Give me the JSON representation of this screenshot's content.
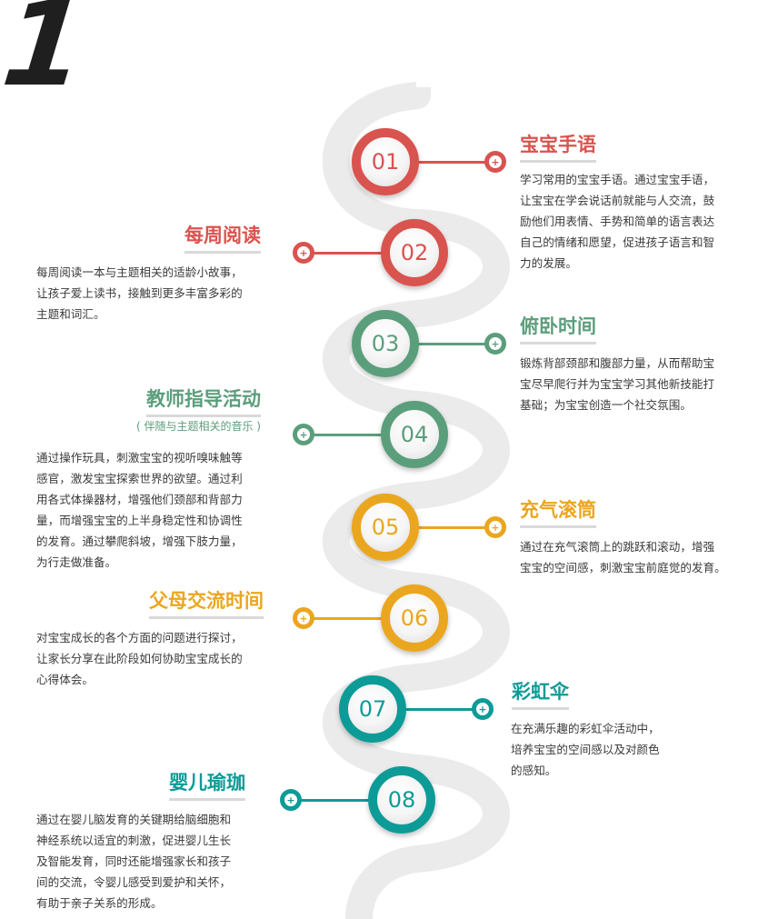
{
  "big_number": "1",
  "colors": {
    "red": "#d9534f",
    "green": "#5b9e7c",
    "orange": "#eba61f",
    "teal": "#0d9b97",
    "road": "#ebebeb",
    "text": "#3a3a3a"
  },
  "steps": [
    {
      "number": "01",
      "title": "宝宝手语",
      "color": "red",
      "description": [
        "学习常用的宝宝手语。通过宝宝手语，",
        "让宝宝在学会说话前就能与人交流，鼓",
        "励他们用表情、手势和简单的语言表达",
        "自己的情绪和愿望，促进孩子语言和智",
        "力的发展。"
      ]
    },
    {
      "number": "02",
      "title": "每周阅读",
      "color": "red",
      "description": [
        "每周阅读一本与主题相关的适龄小故事，",
        "让孩子爱上读书，接触到更多丰富多彩的",
        "主题和词汇。"
      ]
    },
    {
      "number": "03",
      "title": "俯卧时间",
      "color": "green",
      "description": [
        "锻炼背部颈部和腹部力量，从而帮助宝",
        "宝尽早爬行并为宝宝学习其他新技能打",
        "基础；为宝宝创造一个社交氛围。"
      ]
    },
    {
      "number": "04",
      "title": "教师指导活动",
      "subtitle": "( 伴随与主题相关的音乐 )",
      "color": "green",
      "description": [
        "通过操作玩具，刺激宝宝的视听嗅味触等",
        "感官，激发宝宝探索世界的欲望。通过利",
        "用各式体操器材，增强他们颈部和背部力",
        "量，而增强宝宝的上半身稳定性和协调性",
        "的发育。通过攀爬斜坡，增强下肢力量，",
        "为行走做准备。"
      ]
    },
    {
      "number": "05",
      "title": "充气滚筒",
      "color": "orange",
      "description": [
        "通过在充气滚筒上的跳跃和滚动，增强",
        "宝宝的空间感，刺激宝宝前庭觉的发育。"
      ]
    },
    {
      "number": "06",
      "title": "父母交流时间",
      "color": "orange",
      "description": [
        "对宝宝成长的各个方面的问题进行探讨，",
        "让家长分享在此阶段如何协助宝宝成长的",
        "心得体会。"
      ]
    },
    {
      "number": "07",
      "title": "彩虹伞",
      "color": "teal",
      "description": [
        "在充满乐趣的彩虹伞活动中，",
        "培养宝宝的空间感以及对颜色",
        "的感知。"
      ]
    },
    {
      "number": "08",
      "title": "婴儿瑜珈",
      "color": "teal",
      "description": [
        "通过在婴儿脑发育的关键期给脑细胞和",
        "神经系统以适宜的刺激，促进婴儿生长",
        "及智能发育，同时还能增强家长和孩子",
        "间的交流，令婴儿感受到爱护和关怀，",
        "有助于亲子关系的形成。"
      ]
    }
  ]
}
